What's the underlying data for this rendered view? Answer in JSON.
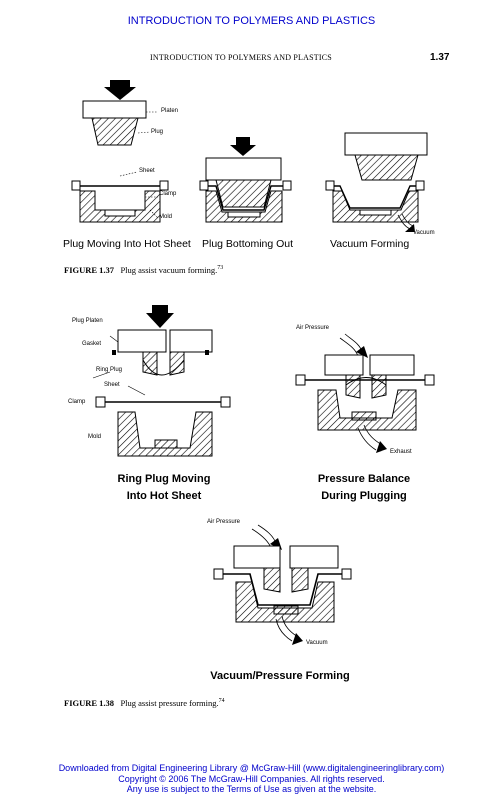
{
  "banner": "INTRODUCTION TO POLYMERS AND PLASTICS",
  "running_head": "INTRODUCTION TO POLYMERS AND PLASTICS",
  "page_number": "1.37",
  "figure1": {
    "labels": {
      "platen": "Platen",
      "plug": "Plug",
      "sheet": "Sheet",
      "clamp": "Clamp",
      "mold": "Mold",
      "vacuum": "Vacuum"
    },
    "subcaptions": [
      "Plug Moving Into Hot Sheet",
      "Plug Bottoming Out",
      "Vacuum Forming"
    ],
    "caption_label": "FIGURE 1.37",
    "caption_text": "Plug assist vacuum forming.",
    "caption_ref": "73"
  },
  "figure2": {
    "labels": {
      "plug_platen": "Plug Platen",
      "gasket": "Gasket",
      "ring_plug": "Ring Plug",
      "sheet": "Sheet",
      "clamp": "Clamp",
      "mold": "Mold",
      "air_pressure_1": "Air Pressure",
      "exhaust": "Exhaust",
      "air_pressure_2": "Air Pressure",
      "vacuum": "Vacuum"
    },
    "sub1_line1": "Ring Plug Moving",
    "sub1_line2": "Into Hot Sheet",
    "sub2_line1": "Pressure Balance",
    "sub2_line2": "During Plugging",
    "sub3": "Vacuum/Pressure Forming",
    "caption_label": "FIGURE 1.38",
    "caption_text": "Plug assist pressure forming.",
    "caption_ref": "74"
  },
  "footer": {
    "line1": "Downloaded from Digital Engineering Library @ McGraw-Hill (www.digitalengineeringlibrary.com)",
    "line2": "Copyright © 2006 The McGraw-Hill Companies. All rights reserved.",
    "line3": "Any use is subject to the Terms of Use as given at the website."
  }
}
